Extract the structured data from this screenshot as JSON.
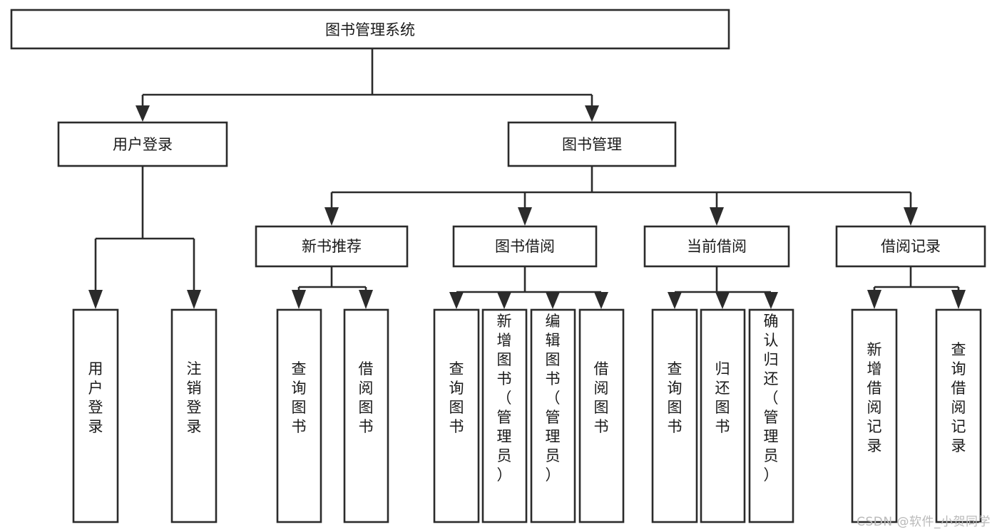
{
  "diagram": {
    "kind": "tree-structure-chart",
    "root": {
      "id": "root",
      "label": "图书管理系统",
      "orientation": "horizontal"
    },
    "level2": [
      {
        "id": "user-login",
        "label": "用户登录",
        "orientation": "horizontal"
      },
      {
        "id": "book-manage",
        "label": "图书管理",
        "orientation": "horizontal"
      }
    ],
    "level3": [
      {
        "id": "new-book-recommend",
        "label": "新书推荐",
        "orientation": "horizontal",
        "parent": "book-manage"
      },
      {
        "id": "book-borrow",
        "label": "图书借阅",
        "orientation": "horizontal",
        "parent": "book-manage"
      },
      {
        "id": "current-borrow",
        "label": "当前借阅",
        "orientation": "horizontal",
        "parent": "book-manage"
      },
      {
        "id": "borrow-record",
        "label": "借阅记录",
        "orientation": "horizontal",
        "parent": "book-manage"
      }
    ],
    "leaves": [
      {
        "id": "leaf-user-login",
        "label": "用户登录",
        "orientation": "vertical",
        "parent": "user-login"
      },
      {
        "id": "leaf-logout-login",
        "label": "注销登录",
        "orientation": "vertical",
        "parent": "user-login"
      },
      {
        "id": "leaf-query-book-1",
        "label": "查询图书",
        "orientation": "vertical",
        "parent": "new-book-recommend"
      },
      {
        "id": "leaf-borrow-book-1",
        "label": "借阅图书",
        "orientation": "vertical",
        "parent": "new-book-recommend"
      },
      {
        "id": "leaf-query-book-2",
        "label": "查询图书",
        "orientation": "vertical",
        "parent": "book-borrow"
      },
      {
        "id": "leaf-add-book-admin",
        "label": "新增图书（管理员）",
        "orientation": "vertical",
        "parent": "book-borrow"
      },
      {
        "id": "leaf-edit-book-admin",
        "label": "编辑图书（管理员）",
        "orientation": "vertical",
        "parent": "book-borrow"
      },
      {
        "id": "leaf-borrow-book-2",
        "label": "借阅图书",
        "orientation": "vertical",
        "parent": "book-borrow"
      },
      {
        "id": "leaf-query-book-3",
        "label": "查询图书",
        "orientation": "vertical",
        "parent": "current-borrow"
      },
      {
        "id": "leaf-return-book",
        "label": "归还图书",
        "orientation": "vertical",
        "parent": "current-borrow"
      },
      {
        "id": "leaf-confirm-return-admin",
        "label": "确认归还（管理员）",
        "orientation": "vertical",
        "parent": "current-borrow"
      },
      {
        "id": "leaf-add-borrow-record",
        "label": "新增借阅记录",
        "orientation": "vertical",
        "parent": "borrow-record"
      },
      {
        "id": "leaf-query-borrow-record",
        "label": "查询借阅记录",
        "orientation": "vertical",
        "parent": "borrow-record"
      }
    ],
    "colors": {
      "stroke": "#2b2b2b",
      "fill": "#ffffff",
      "text": "#1a1a1a",
      "background": "#ffffff",
      "watermark": "#b9b9b9"
    }
  },
  "watermark": {
    "text": "CSDN @软件_小贺同学"
  }
}
